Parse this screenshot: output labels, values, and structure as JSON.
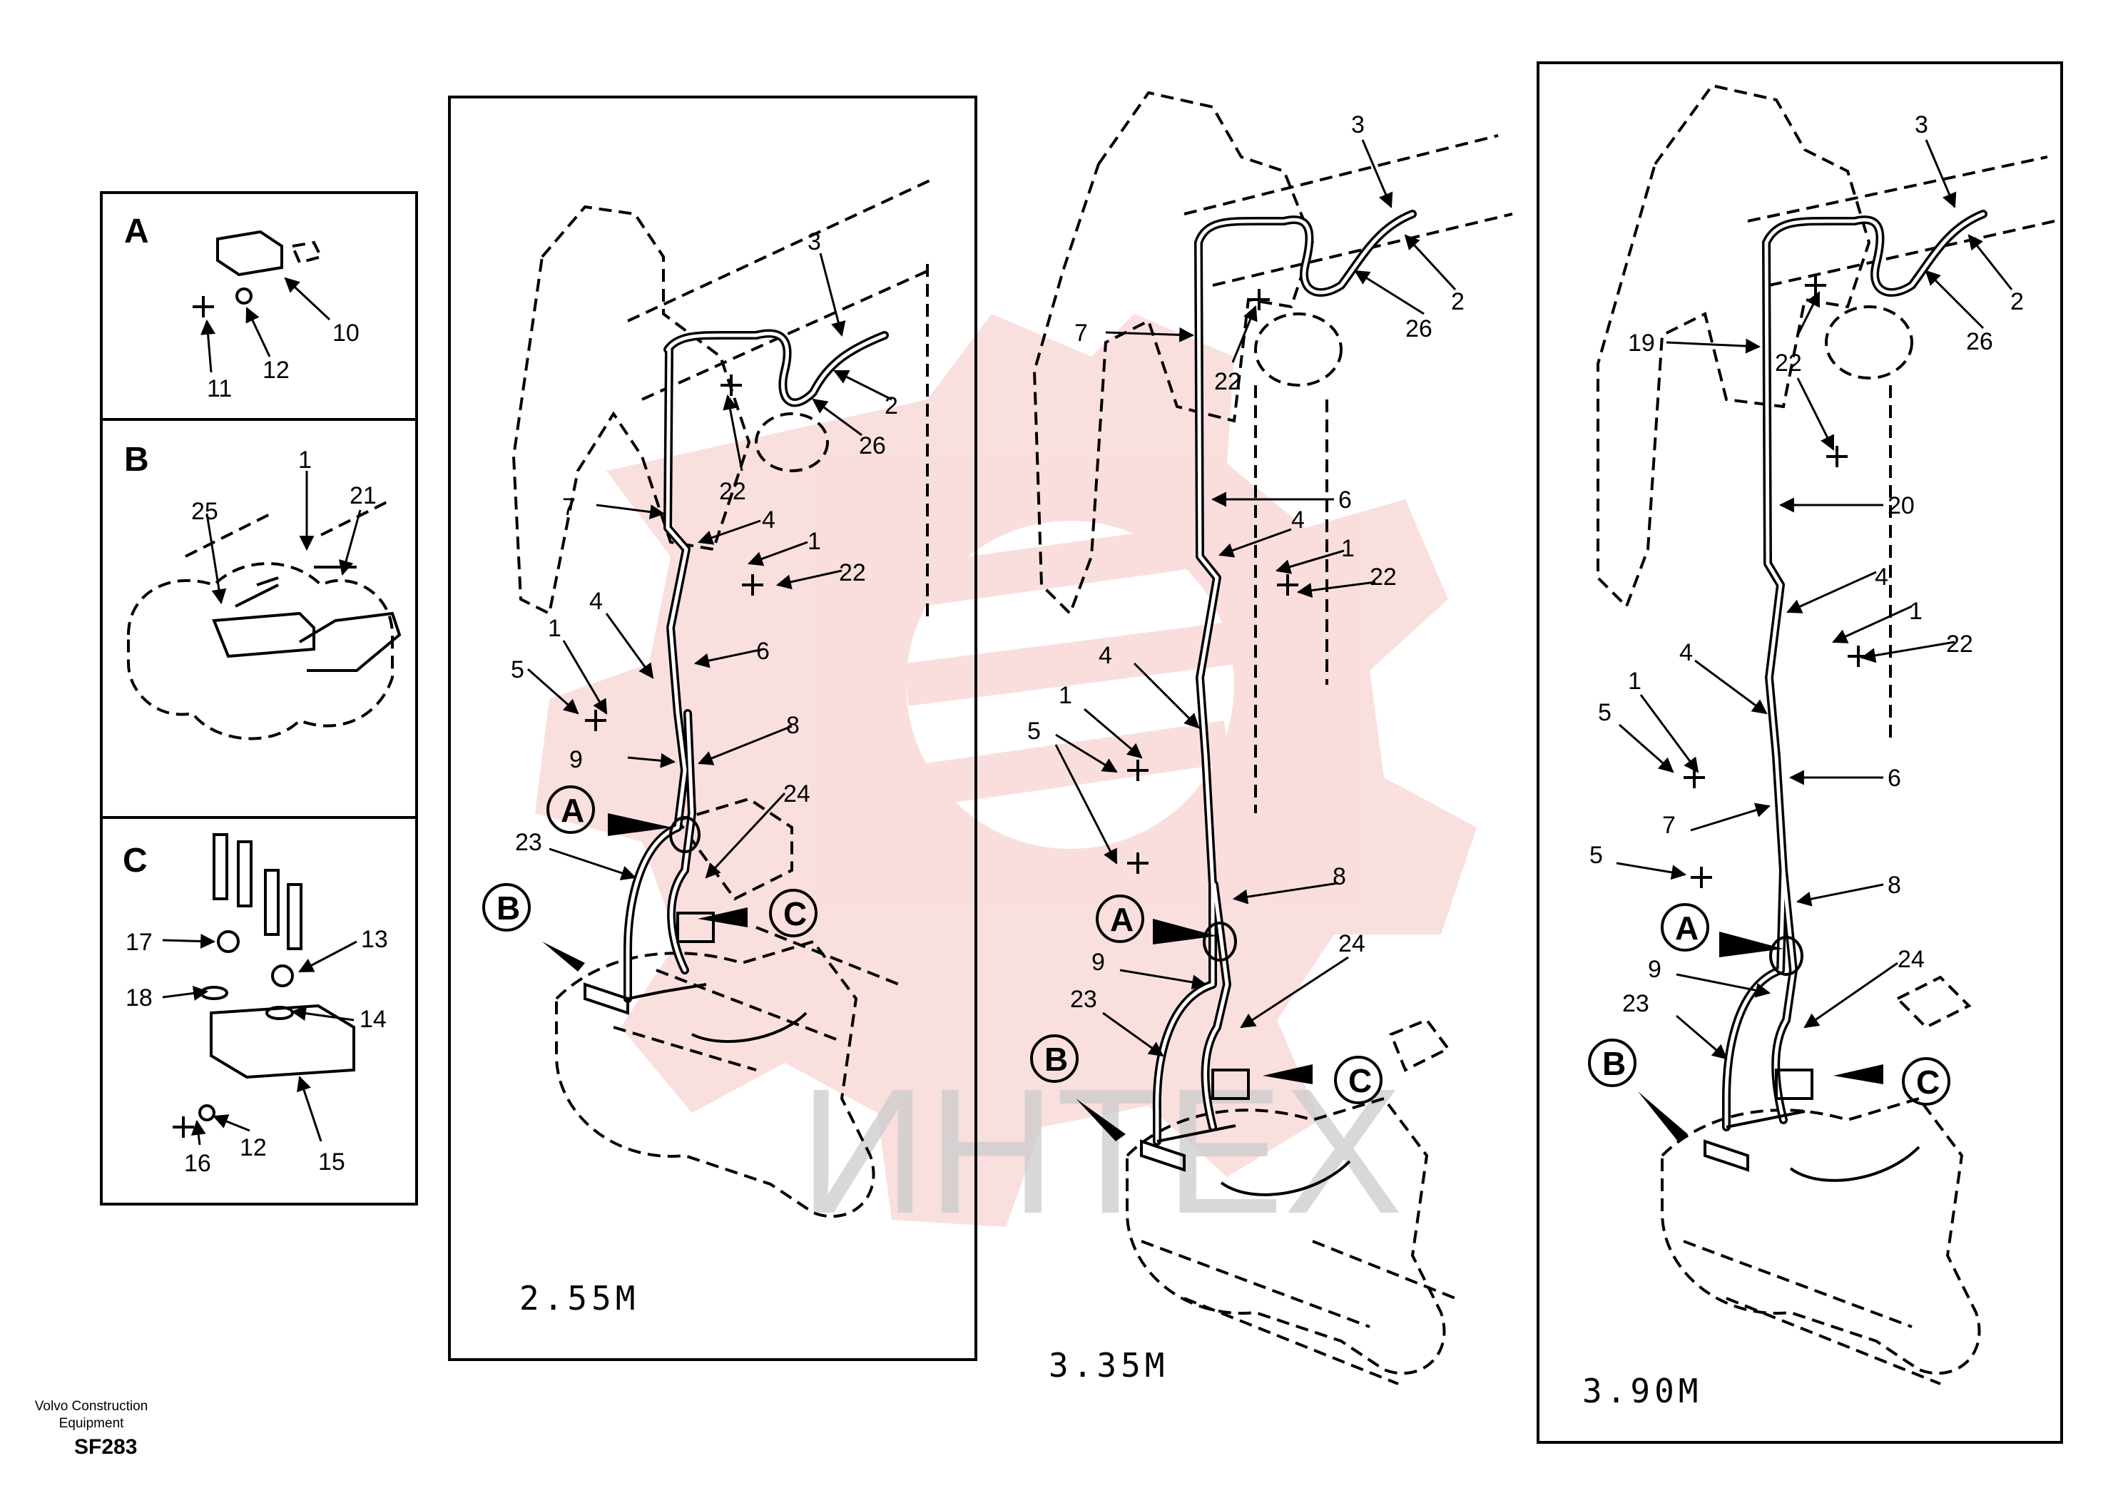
{
  "details": {
    "A": {
      "letter": "A",
      "labels": [
        "10",
        "11",
        "12"
      ]
    },
    "B": {
      "letter": "B",
      "labels": [
        "1",
        "21",
        "25"
      ]
    },
    "C": {
      "letter": "C",
      "labels": [
        "17",
        "13",
        "18",
        "14",
        "16",
        "12",
        "15"
      ]
    }
  },
  "views": [
    {
      "scale": "2.55M",
      "labels": [
        "3",
        "2",
        "26",
        "22",
        "7",
        "4",
        "1",
        "22",
        "4",
        "6",
        "1",
        "5",
        "9",
        "8",
        "24",
        "23"
      ],
      "callouts": [
        "A",
        "B",
        "C"
      ]
    },
    {
      "scale": "3.35M",
      "labels": [
        "3",
        "7",
        "2",
        "26",
        "22",
        "6",
        "4",
        "1",
        "22",
        "4",
        "1",
        "5",
        "8",
        "24",
        "9",
        "23"
      ],
      "callouts": [
        "A",
        "B",
        "C"
      ]
    },
    {
      "scale": "3.90M",
      "labels": [
        "3",
        "19",
        "2",
        "26",
        "22",
        "20",
        "4",
        "1",
        "22",
        "4",
        "1",
        "5",
        "6",
        "7",
        "5",
        "8",
        "24",
        "9",
        "23"
      ],
      "callouts": [
        "A",
        "B",
        "C"
      ]
    }
  ],
  "footer": {
    "brand_line1": "Volvo Construction",
    "brand_line2": "Equipment",
    "code": "SF283"
  },
  "watermark": {
    "text": "ИНТЕХ",
    "color": "#e23a3a"
  }
}
